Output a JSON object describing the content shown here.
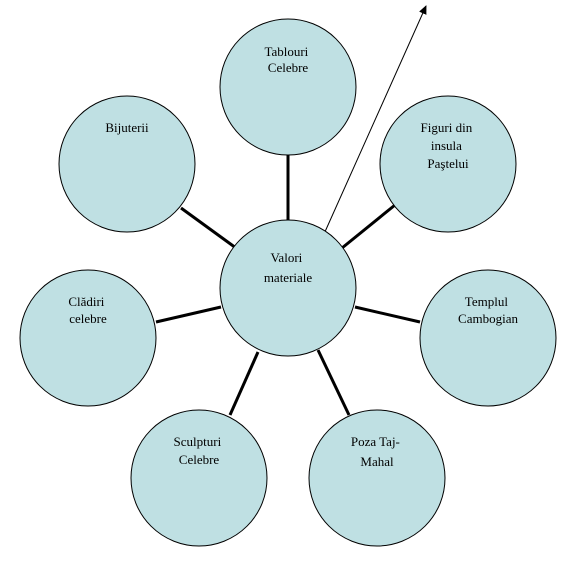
{
  "diagram": {
    "center": {
      "lines": [
        "Valori",
        "materiale"
      ]
    },
    "nodes": [
      {
        "id": "tablouri-celebre",
        "lines": [
          "Tablouri",
          "Celebre"
        ]
      },
      {
        "id": "figuri-insula-pastelui",
        "lines": [
          "Figuri din",
          "insula",
          "Paştelui"
        ]
      },
      {
        "id": "templul-cambogian",
        "lines": [
          "Templul",
          "Cambogian"
        ]
      },
      {
        "id": "poza-taj-mahal",
        "lines": [
          "Poza Taj-",
          "Mahal"
        ]
      },
      {
        "id": "sculpturi-celebre",
        "lines": [
          "Sculpturi",
          "Celebre"
        ]
      },
      {
        "id": "cladiri-celebre",
        "lines": [
          "Clădiri",
          "celebre"
        ]
      },
      {
        "id": "bijuterii",
        "lines": [
          "Bijuterii"
        ]
      }
    ],
    "colors": {
      "circle_fill": "#bfe0e3",
      "stroke": "#000000"
    }
  }
}
